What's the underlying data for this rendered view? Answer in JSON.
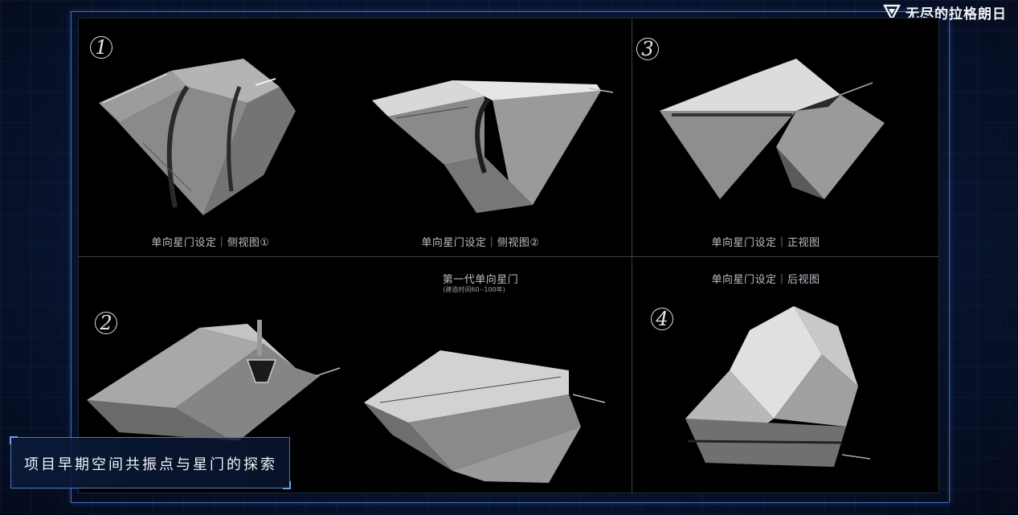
{
  "brand": {
    "name": "无尽的拉格朗日",
    "icon": "brand-logo-icon"
  },
  "subtitle": "项目早期空间共振点与星门的探索",
  "captions": {
    "side_view_1": "单向星门设定｜侧视图①",
    "side_view_2": "单向星门设定｜侧视图②",
    "front_view": "单向星门设定｜正视图",
    "first_gen_title": "第一代单向星门",
    "first_gen_note": "(建造时间60--100年)",
    "back_view": "单向星门设定｜后视图"
  },
  "sketch_numbers": [
    "1",
    "2",
    "3",
    "4"
  ],
  "colors": {
    "panel_bg": "#000000",
    "frame": "#3e6fb8",
    "caption": "#b9bec6"
  }
}
